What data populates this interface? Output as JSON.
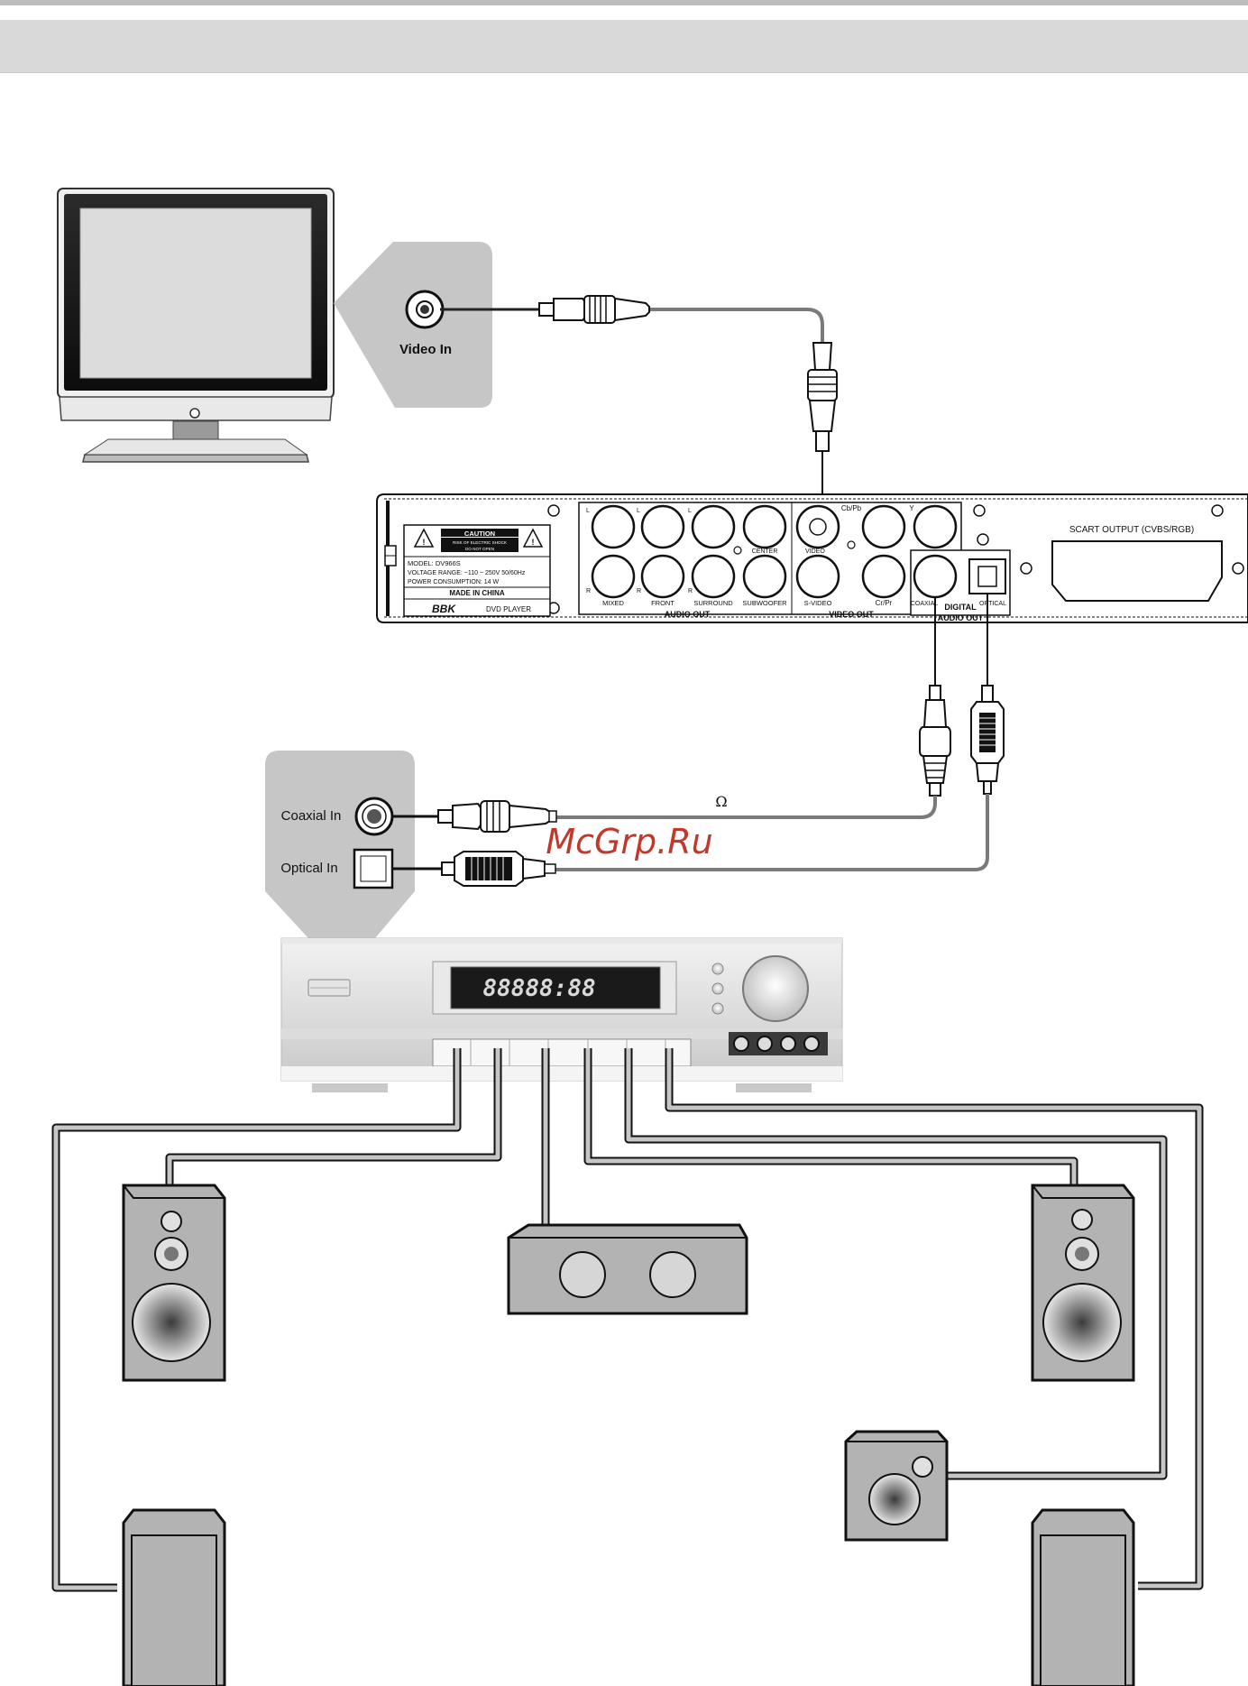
{
  "tv": {
    "video_in_label": "Video In"
  },
  "dvd_player": {
    "caution_title": "CAUTION",
    "caution_line1": "RISK OF ELECTRIC SHOCK",
    "caution_line2": "DO NOT OPEN",
    "model": "MODEL: DV966S",
    "voltage": "VOLTAGE RANGE: ~110 ~ 250V  50/60Hz",
    "power": "POWER CONSUMPTION: 14 W",
    "made_in": "MADE IN CHINA",
    "brand": "BBK",
    "product": "DVD PLAYER",
    "jack_labels": {
      "l1": "L",
      "l2": "L",
      "l3": "L",
      "r1": "R",
      "r2": "R",
      "r3": "R",
      "mixed": "MIXED",
      "front": "FRONT",
      "surround": "SURROUND",
      "subwoofer": "SUBWOOFER",
      "center": "CENTER",
      "video": "VIDEO",
      "cb_pb": "Cb/Pb",
      "y": "Y",
      "s_video": "S-VIDEO",
      "cr_pr": "Cr/Pr",
      "coaxial": "COAXIAL",
      "optical": "OPTICAL"
    },
    "audio_out": "AUDIO OUT",
    "video_out": "VIDEO OUT",
    "digital_audio_out_1": "DIGITAL",
    "digital_audio_out_2": "AUDIO OUT",
    "scart": "SCART OUTPUT (CVBS/RGB)"
  },
  "receiver": {
    "coaxial_in_label": "Coaxial In",
    "optical_in_label": "Optical In",
    "display_text": "88888:88"
  },
  "cable_symbol": "Ω",
  "watermark": "McGrp.Ru",
  "colors": {
    "panel_gray": "#c8c8c8",
    "speaker_gray": "#b3b3b3",
    "cable_gray": "#7a7a7a",
    "watermark_red": "#c0392b"
  }
}
